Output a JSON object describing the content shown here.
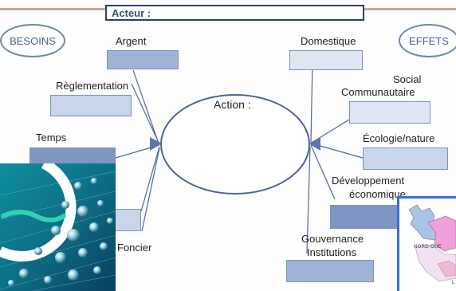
{
  "header": {
    "actor_label": "Acteur :"
  },
  "left_title": "BESOINS",
  "right_title": "EFFETS",
  "center_label": "Action :",
  "besoins": {
    "argent": "Argent",
    "reglementation": "Règlementation",
    "temps": "Temps",
    "foncier": "Foncier"
  },
  "effets": {
    "domestique": "Domestique",
    "social_line1": "Social",
    "social_line2": "Communautaire",
    "ecologie": "Écologie/nature",
    "developpement_line1": "Développement",
    "developpement_line2": "économique",
    "gouvernance_line1": "Gouvernance",
    "gouvernance_line2": "Institutions"
  },
  "map": {
    "region_label": "NORD-OUE",
    "corner_label": "L"
  },
  "colors": {
    "box_dark": "#7f96c2",
    "box_mid": "#9fb3d6",
    "box_light": "#c9d5ea",
    "outline": "#4b6396",
    "top_rule": "#c9a78f",
    "map_border": "#3b6fd6"
  },
  "images": {
    "left_photo": "water-droplets-photo",
    "right_map": "region-map"
  }
}
